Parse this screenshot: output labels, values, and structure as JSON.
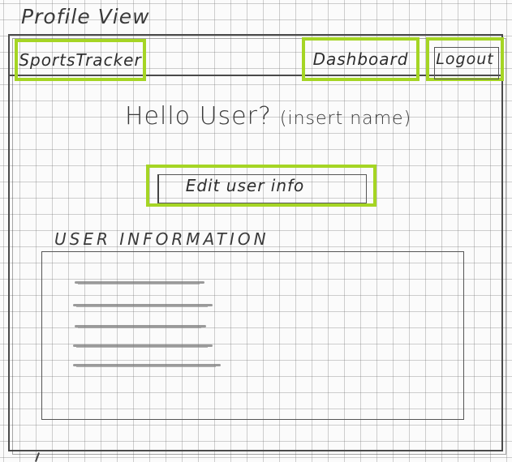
{
  "page_heading": "Profile View",
  "nav": {
    "brand": "SportsTracker",
    "dashboard": "Dashboard",
    "logout": "Logout"
  },
  "greeting": {
    "text": "Hello User?",
    "hint": "(insert name)"
  },
  "edit_button": {
    "label": "Edit user info"
  },
  "user_info": {
    "title": "USER INFORMATION",
    "placeholder_lines": 5
  },
  "colors": {
    "highlight": "#a5d524",
    "ink": "#2e2e2e",
    "grid": "#b4b4b4"
  }
}
